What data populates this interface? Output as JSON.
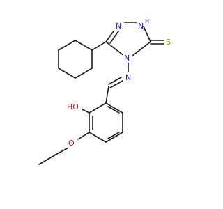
{
  "molecule": {
    "atoms": {
      "n_top_left": {
        "text": "N",
        "color": "#1a1acc"
      },
      "nh": {
        "text": "H",
        "color": "#1a1acc"
      },
      "nh_n": {
        "text": "N",
        "color": "#1a1acc"
      },
      "thione_s": {
        "text": "S",
        "color": "#999900"
      },
      "ring_n4": {
        "text": "N",
        "color": "#1a1acc"
      },
      "imine_n": {
        "text": "N",
        "color": "#1a1acc"
      },
      "hydroxyl": {
        "text": "HO",
        "color": "#cc1a1a"
      },
      "ether_o": {
        "text": "O",
        "color": "#cc1a1a"
      }
    },
    "bond_color": "#1a1a1a"
  }
}
